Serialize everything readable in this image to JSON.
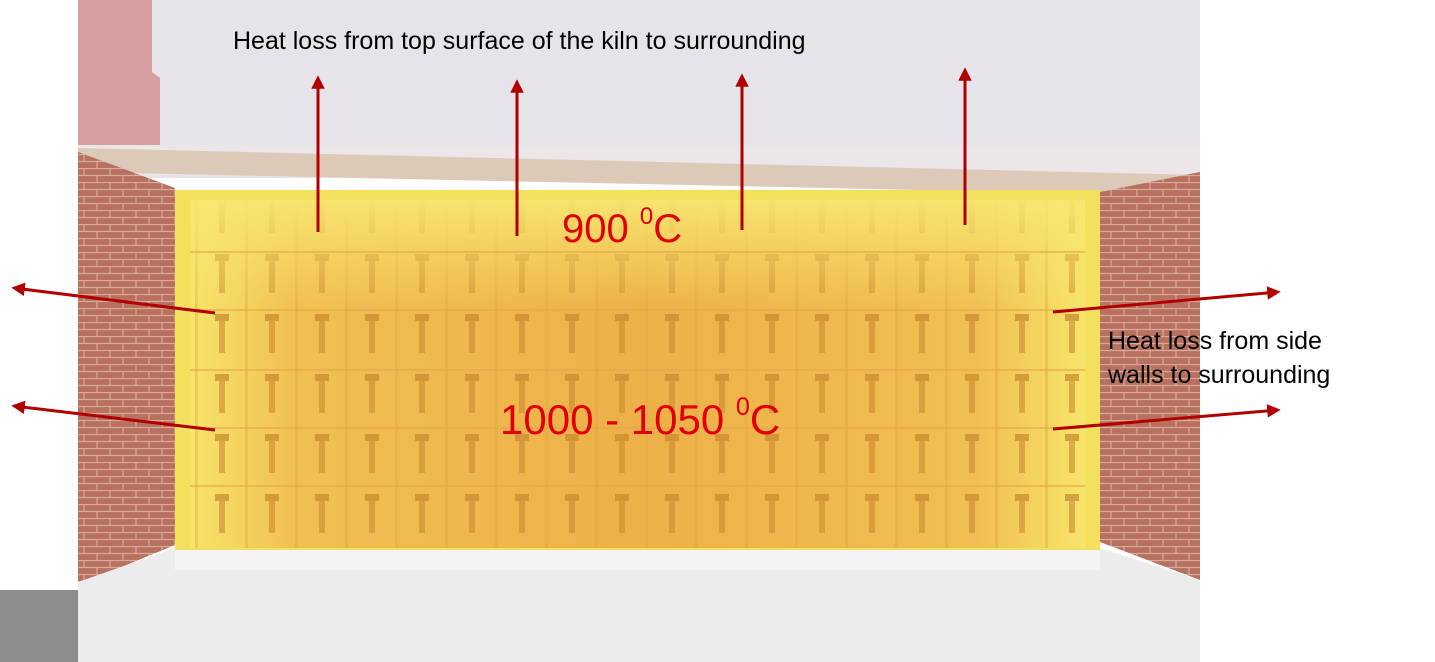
{
  "labels": {
    "top_heat_loss": "Heat loss from top surface of the kiln to surrounding",
    "side_heat_loss_line1": "Heat loss from side",
    "side_heat_loss_line2": "walls to surrounding"
  },
  "temperatures": {
    "upper": {
      "value": "900 ",
      "superscript": "0",
      "unit": "C"
    },
    "lower": {
      "value": "1000 - 1050 ",
      "superscript": "0",
      "unit": "C"
    }
  },
  "colors": {
    "arrow": "#b00000",
    "temperature_text": "#e00000",
    "brick_stack": "#f0b040",
    "kiln_lining": "#f4e060",
    "brick_wall": "#b86a5a",
    "ceiling": "#e8e6ea",
    "floor": "#ececec",
    "pink_wall": "#d9a0a0"
  }
}
